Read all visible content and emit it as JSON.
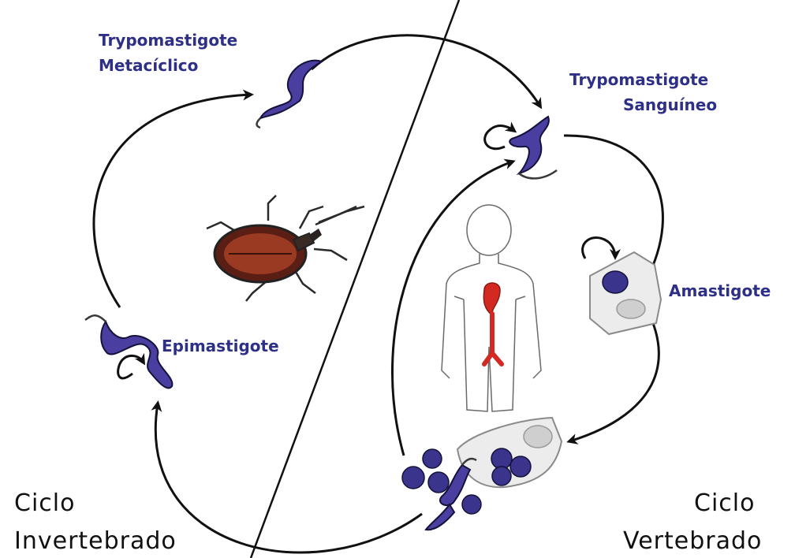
{
  "stages": {
    "trypo_metaciclico_line1": "Trypomastigote",
    "trypo_metaciclico_line2": "Metacíclico",
    "trypo_sanguineo_line1": "Trypomastigote",
    "trypo_sanguineo_line2": "Sanguíneo",
    "amastigote": "Amastigote",
    "epimastigote": "Epimastigote"
  },
  "cycles": {
    "invertebrate_line1": "Ciclo",
    "invertebrate_line2": "Invertebrado",
    "vertebrate_line1": "Ciclo",
    "vertebrate_line2": "Vertebrado"
  },
  "colors": {
    "stage_label": "#2e2f86",
    "parasite": "#4a3fa0",
    "heart": "#d22a22"
  },
  "icons": [
    "triatomine-bug-icon",
    "human-body-icon",
    "heart-icon",
    "trypanosome-icon",
    "host-cell-icon",
    "amastigote-icon"
  ]
}
